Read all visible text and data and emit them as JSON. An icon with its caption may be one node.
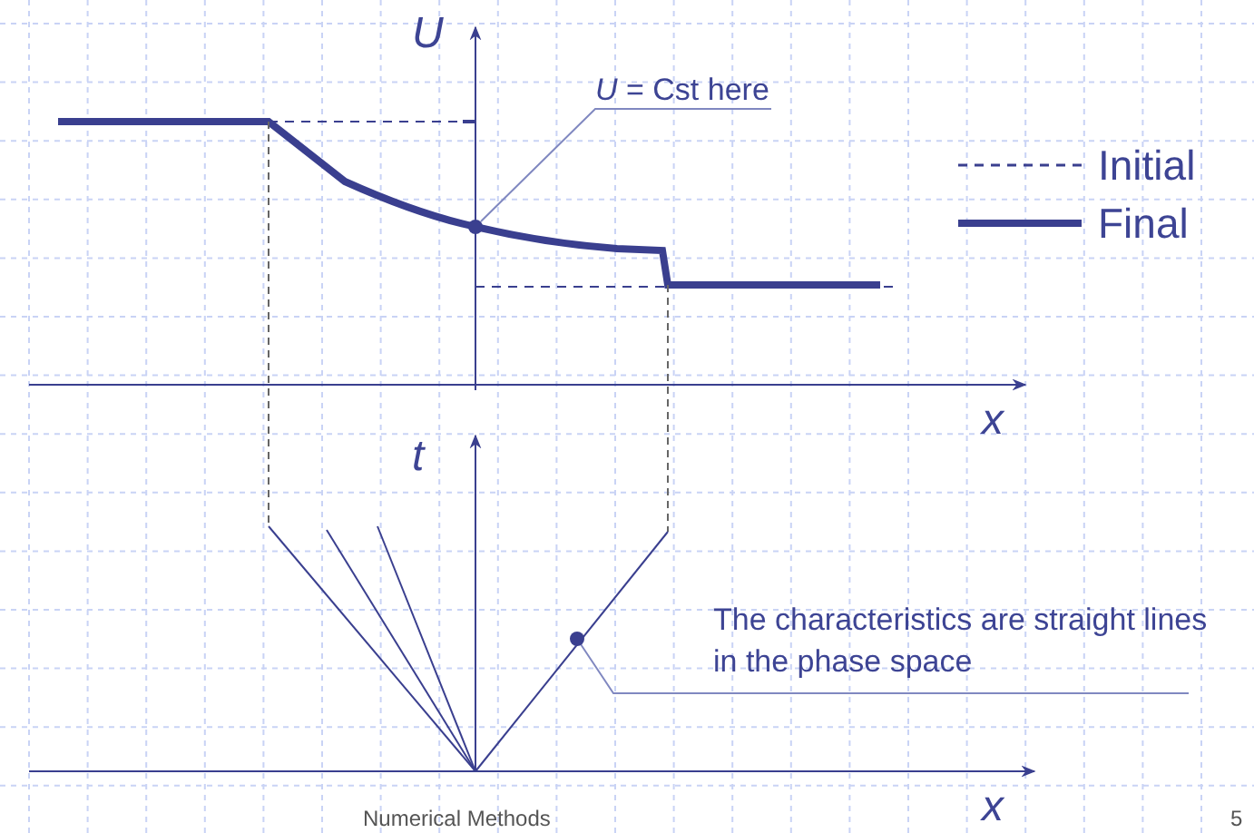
{
  "diagram": {
    "nodes": [
      {
        "text": [
          "*U* = Cst here"
        ]
      },
      {
        "text": [],
        "shape": "circle"
      },
      {
        "text": [
          "The characteristics are straight lines in the phase space"
        ]
      },
      {
        "text": [],
        "shape": "circle"
      }
    ],
    "edges": [
      {
        "from": 0,
        "to": 1,
        "arrow": "none"
      },
      {
        "from": 2,
        "to": 3,
        "arrow": "none"
      }
    ],
    "labels": [
      "U",
      "x",
      "t",
      "x",
      "Numerical Methods",
      "5"
    ],
    "legend": [
      {
        "text": "Initial"
      },
      {
        "text": "Final"
      }
    ]
  }
}
